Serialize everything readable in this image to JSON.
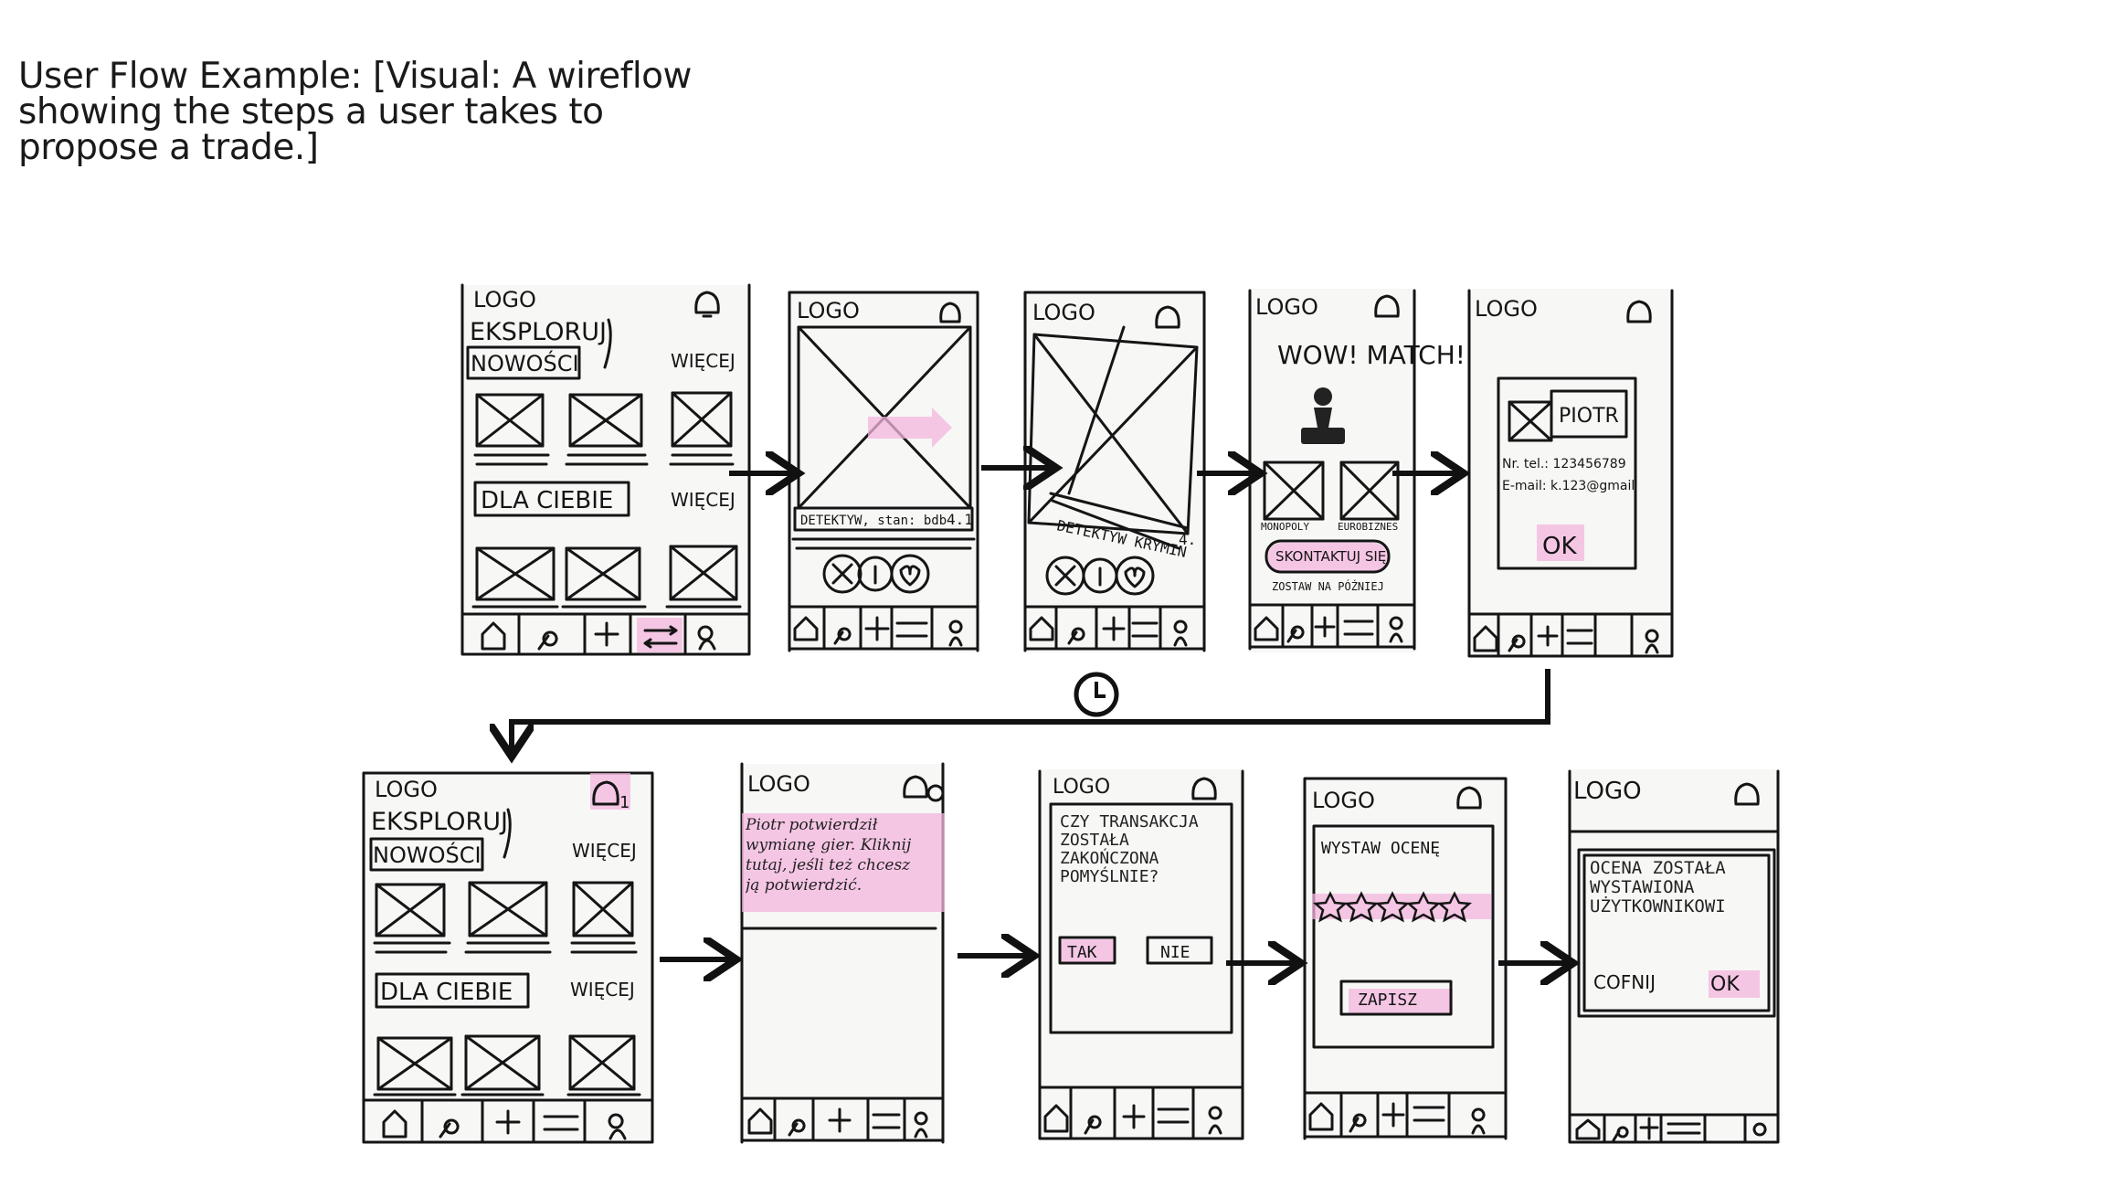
{
  "title": "User Flow Example: [Visual: A wireflow showing the steps a user takes to propose a trade.]",
  "colors": {
    "highlight": "#f4b5de",
    "ink": "#151515",
    "paper": "#f7f7f6"
  },
  "sketch": {
    "logo": "LOGO",
    "explore": "EKSPLORUJ",
    "news": "NOWOŚCI",
    "more": "WIĘCEJ",
    "for_you": "DLA CIEBIE",
    "card_caption": "DETEKTYW, stan: bdb",
    "card_rating": "4.1",
    "card_caption2": "DETEKTYW KRYMIN",
    "card_rating2": "4.",
    "match_title": "WOW! MATCH!",
    "game1": "MONOPOLY",
    "game2": "EUROBIZNES",
    "contact_btn": "SKONTAKTUJ SIĘ",
    "later": "ZOSTAW NA PÓŹNIEJ",
    "contact_name": "PIOTR",
    "contact_phone": "Nr. tel.: 123456789",
    "contact_email": "E-mail: k.123@gmail",
    "ok": "OK",
    "notif_count": "1",
    "notif_text": "Piotr potwierdził wymianę gier. Kliknij tutaj, jeśli też chcesz ją potwierdzić.",
    "confirm_question": "CZY TRANSAKCJA ZOSTAŁA ZAKOŃCZONA POMYŚLNIE?",
    "yes": "TAK",
    "no": "NIE",
    "rate_title": "WYSTAW OCENĘ",
    "save": "ZAPISZ",
    "rated_msg": "OCENA ZOSTAŁA WYSTAWIONA UŻYTKOWNIKOWI",
    "back": "COFNIJ",
    "ok2": "OK"
  }
}
